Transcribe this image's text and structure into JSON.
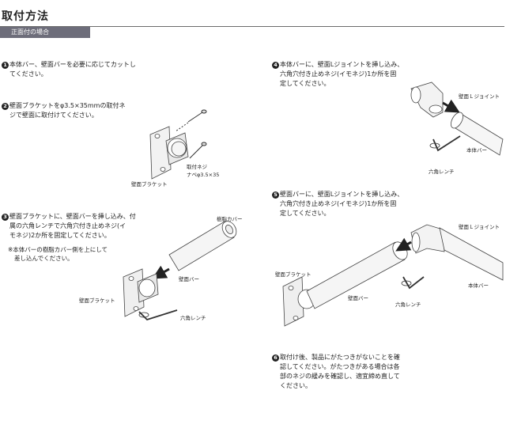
{
  "header": {
    "title": "取付方法",
    "section_tab": "正面付の場合"
  },
  "steps": [
    {
      "number": "1",
      "lines": [
        "本体バー、壁面バーを必要に応じてカットし",
        "てください。"
      ]
    },
    {
      "number": "2",
      "lines": [
        "壁面ブラケットをφ3.5×35mmの取付ネ",
        "ジで壁面に取付けてください。"
      ]
    },
    {
      "number": "3",
      "lines": [
        "壁面ブラケットに、壁面バーを挿し込み、付",
        "属の六角レンチで六角穴付き止めネジ(イ",
        "モネジ)2か所を固定してください。"
      ]
    },
    {
      "number": "4",
      "lines": [
        "本体バーに、壁面Lジョイントを挿し込み、",
        "六角穴付き止めネジ(イモネジ)1か所を固",
        "定してください。"
      ]
    },
    {
      "number": "5",
      "lines": [
        "壁面バーに、壁面Lジョイントを挿し込み、",
        "六角穴付き止めネジ(イモネジ)1か所を固",
        "定してください。"
      ]
    },
    {
      "number": "6",
      "lines": [
        "取付け後、製品にがたつきがないことを確",
        "認してください。がたつきがある場合は各",
        "部のネジの緩みを確認し、適宜締め直して",
        "ください。"
      ]
    }
  ],
  "step3_note": [
    "※本体バーの樹脂カバー側を上にして",
    "差し込んでください。"
  ],
  "labels": {
    "fig2": {
      "bracket": "壁面ブラケット",
      "screw_line1": "取付ネジ",
      "screw_line2": "ナベφ3.5×35"
    },
    "fig3": {
      "resin_cover": "樹脂カバー",
      "wall_bar": "壁面バー",
      "bracket": "壁面ブラケット",
      "wrench": "六角レンチ"
    },
    "fig4": {
      "l_joint": "壁面Ｌジョイント",
      "main_bar": "本体バー",
      "wrench": "六角レンチ"
    },
    "fig5": {
      "l_joint": "壁面Ｌジョイント",
      "bracket": "壁面ブラケット",
      "wall_bar": "壁面バー",
      "wrench": "六角レンチ",
      "main_bar": "本体バー"
    }
  }
}
